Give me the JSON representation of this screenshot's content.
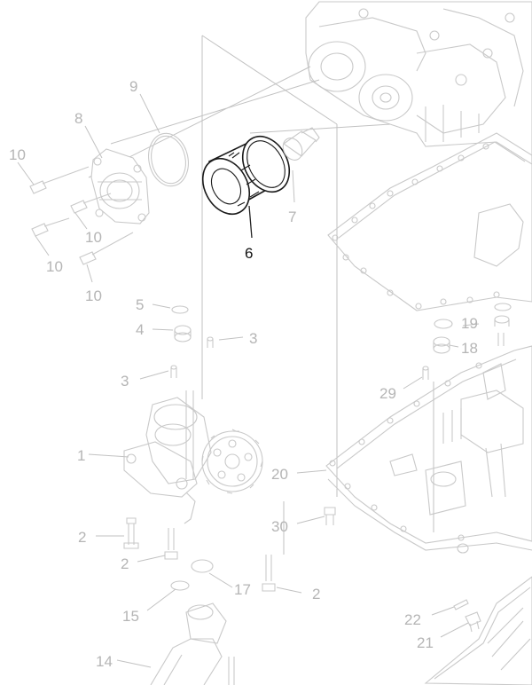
{
  "callouts": {
    "c9": "9",
    "c8": "8",
    "c10a": "10",
    "c10b": "10",
    "c10c": "10",
    "c10d": "10",
    "c6": "6",
    "c7": "7",
    "c5": "5",
    "c4": "4",
    "c3a": "3",
    "c3b": "3",
    "c1": "1",
    "c2a": "2",
    "c2b": "2",
    "c2c": "2",
    "c17": "17",
    "c15": "15",
    "c14": "14",
    "c20": "20",
    "c30": "30",
    "c29": "29",
    "c19": "19",
    "c18": "18",
    "c22": "22",
    "c21": "21"
  },
  "colors": {
    "line_faint": "#c9c9c9",
    "label_faint": "#b5b5b5",
    "highlight": "#1a1a1a"
  }
}
